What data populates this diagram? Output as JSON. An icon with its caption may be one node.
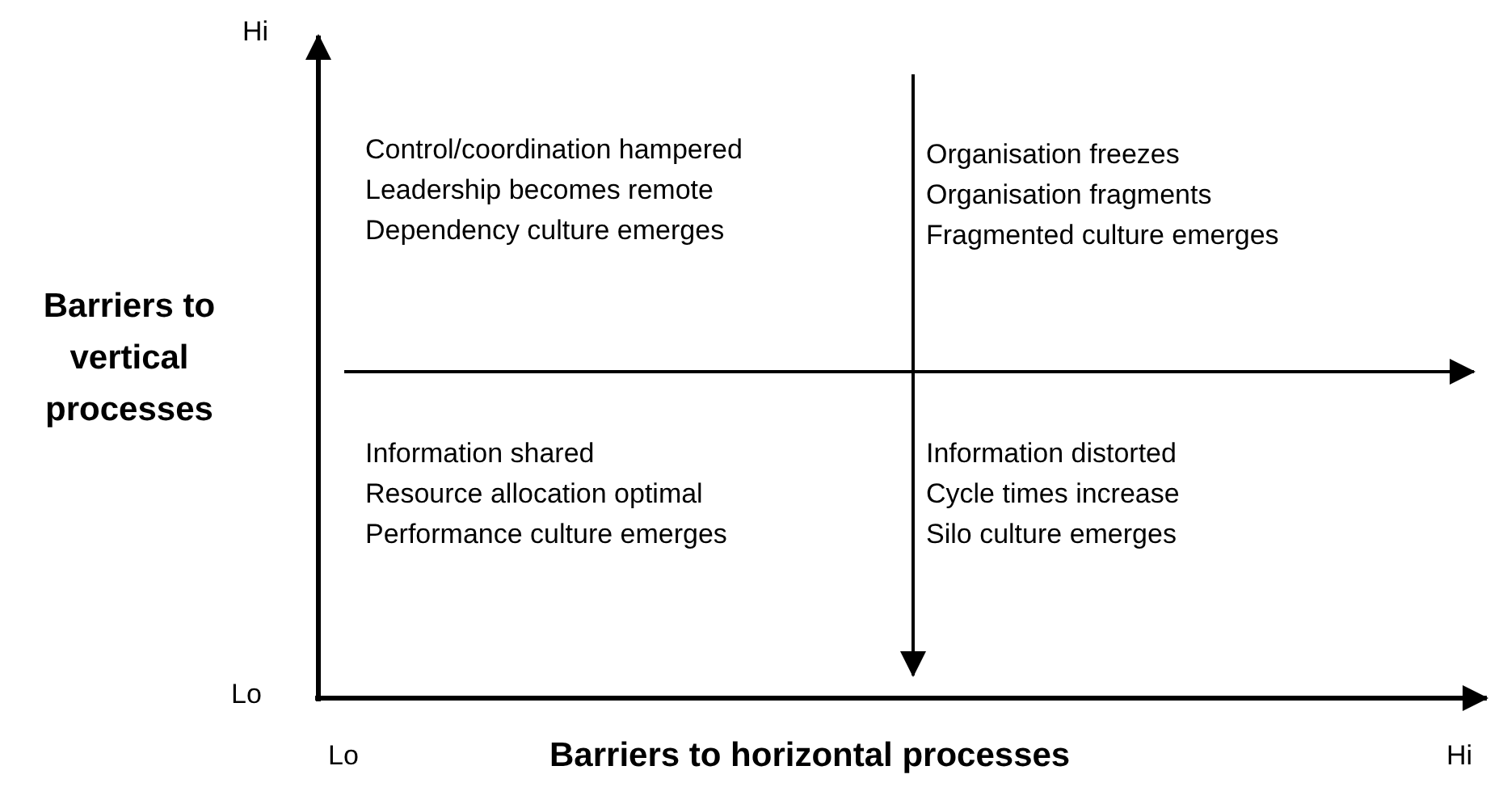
{
  "diagram": {
    "labels": [
      "Hi",
      "Control/coordination hampered",
      "Organisation freezes",
      "Leadership becomes remote",
      "Organisation fragments",
      "Dependency culture emerges",
      "Fragmented culture emerges",
      "Barriers to vertical processes",
      "Information shared",
      "Information distorted",
      "Resource allocation optimal",
      "Cycle times increase",
      "Performance culture emerges",
      "Silo culture emerges",
      "Lo",
      "Lo",
      "Barriers to horizontal processes",
      "Hi"
    ]
  }
}
